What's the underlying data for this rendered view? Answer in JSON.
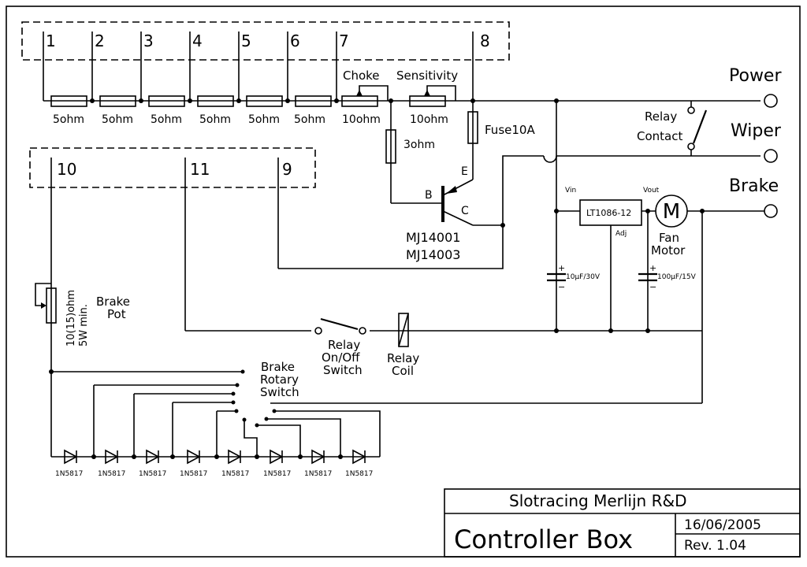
{
  "connector_top": {
    "pins": [
      "1",
      "2",
      "3",
      "4",
      "5",
      "6",
      "7",
      "8"
    ]
  },
  "connector_bottom": {
    "pins": [
      "10",
      "11",
      "9"
    ]
  },
  "resistor_chain": {
    "labels": [
      "5ohm",
      "5ohm",
      "5ohm",
      "5ohm",
      "5ohm",
      "5ohm",
      "10ohm",
      "10ohm"
    ],
    "choke_label": "Choke",
    "sensitivity_label": "Sensitivity"
  },
  "components": {
    "r3_label": "3ohm",
    "fuse_label": "Fuse10A",
    "transistor": {
      "b": "B",
      "c": "C",
      "e": "E",
      "part1": "MJ14001",
      "part2": "MJ14003"
    },
    "regulator": {
      "name": "LT1086-12",
      "vin": "Vin",
      "vout": "Vout",
      "adj": "Adj"
    },
    "cap1_label": "10µF/30V",
    "cap2_label": "100µF/15V",
    "cap_plus": "+",
    "cap_minus": "−",
    "motor_symbol": "M",
    "fan_motor": [
      "Fan",
      "Motor"
    ],
    "relay_contact": [
      "Relay",
      "Contact"
    ],
    "relay_switch": [
      "Relay",
      "On/Off",
      "Switch"
    ],
    "relay_coil": [
      "Relay",
      "Coil"
    ],
    "brake_pot": [
      "Brake",
      "Pot"
    ],
    "brake_pot_rating": [
      "10(15)ohm",
      "5W  min."
    ],
    "brake_rotary": [
      "Brake",
      "Rotary",
      "Switch"
    ],
    "diode_label": "1N5817"
  },
  "terminals": {
    "power": "Power",
    "wiper": "Wiper",
    "brake": "Brake"
  },
  "title_block": {
    "company": "Slotracing  Merlijn  R&D",
    "title": "Controller  Box",
    "date": "16/06/2005",
    "revision": "Rev.  1.04"
  }
}
